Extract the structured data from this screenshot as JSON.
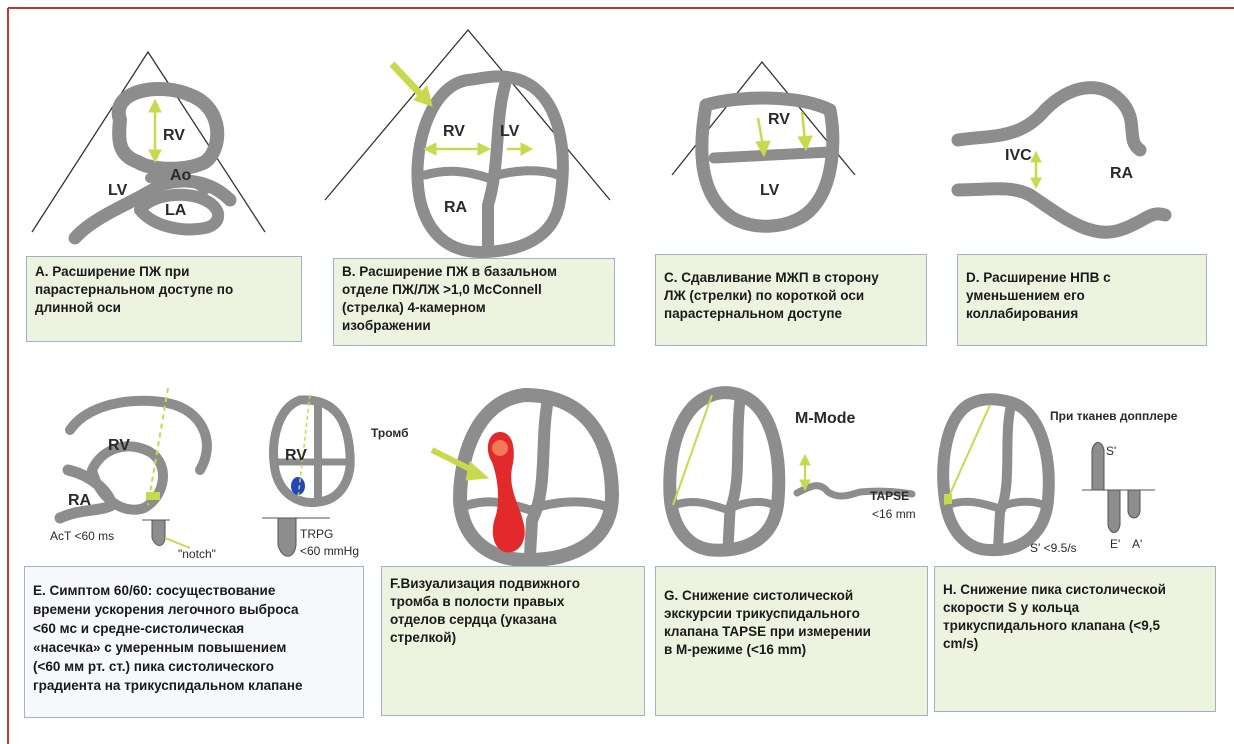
{
  "panels": {
    "a": {
      "labels": {
        "rv": "RV",
        "ao": "Ao",
        "lv": "LV",
        "la": "LA"
      },
      "caption": [
        "A. Расширение ПЖ при",
        "парастернальном доступе по",
        "длинной оси"
      ]
    },
    "b": {
      "labels": {
        "rv": "RV",
        "lv": "LV",
        "ra": "RA"
      },
      "caption": [
        "В. Расширение  ПЖ в базальном",
        "отделе ПЖ/ЛЖ >1,0  McConnell",
        "(стрелка)  4-камерном",
        "изображении"
      ]
    },
    "c": {
      "labels": {
        "rv": "RV",
        "lv": "LV"
      },
      "caption": [
        "С. Сдавливание МЖП в сторону",
        "ЛЖ (стрелки)  по короткой оси",
        "парастернальном доступе"
      ]
    },
    "d": {
      "labels": {
        "ivc": "IVC",
        "ra": "RA"
      },
      "caption": [
        "D. Расширение  НПВ  с",
        "уменьшением  его",
        "коллабирования"
      ]
    },
    "e": {
      "labels": {
        "rv": "RV",
        "ra": "RA",
        "act": "AcT <60 ms",
        "notch": "\"notch\"",
        "rv2": "RV",
        "trpg": "TRPG",
        "trpg_value": "<60 mmHg"
      },
      "caption": [
        "E. Симптом  60/60: сосуществование",
        "времени ускорения легочного выброса",
        "<60 мс и средне-систолическая",
        "«насечка» с умеренным повышением",
        "(<60 мм рт. ст.)  пика систолического",
        "градиента  на трикуспидальном  клапане"
      ]
    },
    "f": {
      "labels": {
        "thrombus": "Тромб"
      },
      "caption": [
        "F.Визуализация  подвижного",
        "тромба  в полости правых",
        "отделов сердца (указана",
        "стрелкой)"
      ]
    },
    "g": {
      "labels": {
        "mmode": "M-Mode",
        "tapse": "TAPSE",
        "tapse_value": "<16 mm"
      },
      "caption": [
        "G. Снижение систолической",
        "экскурсии трикуспидального",
        "клапана TAPSE при измерении",
        "в М-режиме (<16 mm)"
      ]
    },
    "h": {
      "labels": {
        "tdi": "При тканев допплере",
        "s": "S'",
        "e": "E'",
        "a": "A'",
        "s_value": "S' <9.5/s"
      },
      "caption": [
        "Н. Снижение пика систолической",
        "скорости S у кольца",
        "трикуспидального клапана (<9,5",
        "cm/s)"
      ]
    }
  },
  "colors": {
    "border": "#c0392b",
    "wall": "#8d8d8d",
    "arrow": "#c9d94d",
    "caption_bg": "#eef3e0",
    "thrombus": "#e2292b",
    "mass": "#2447b8"
  }
}
